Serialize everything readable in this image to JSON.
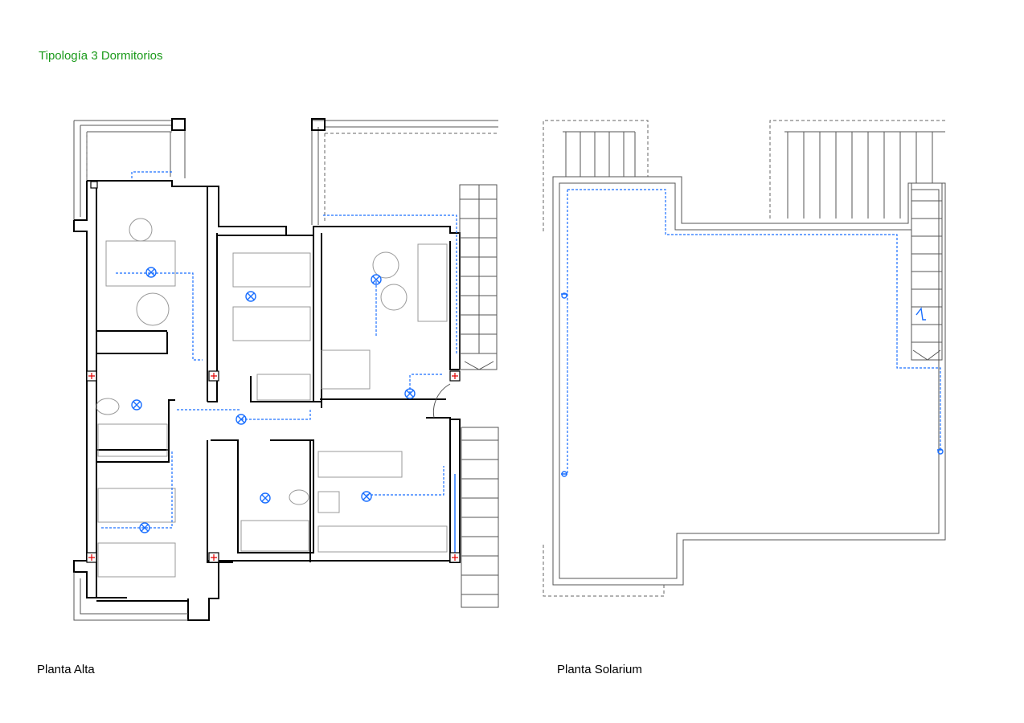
{
  "title": "Tipología 3 Dormitorios",
  "plans": [
    {
      "label": "Planta Alta"
    },
    {
      "label": "Planta Solarium"
    }
  ],
  "colors": {
    "title": "#1a9a1a",
    "electrical": "#1a6fff",
    "column_mark": "#e00000"
  }
}
